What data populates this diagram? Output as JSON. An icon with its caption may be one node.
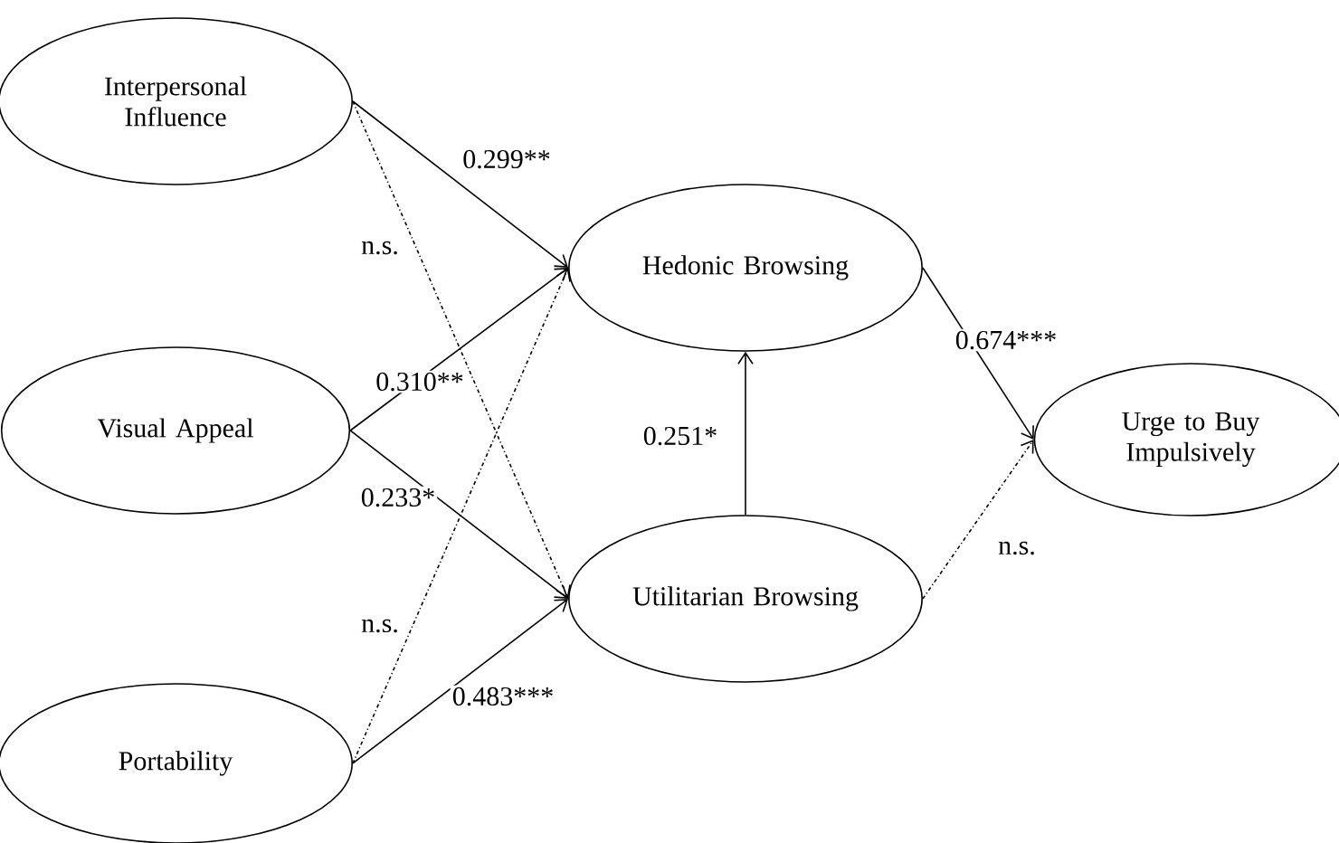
{
  "diagram": {
    "nodes": [
      {
        "text": [
          "Interpersonal Influence"
        ]
      },
      {
        "text": [
          "Visual Appeal"
        ]
      },
      {
        "text": [
          "Portability"
        ]
      },
      {
        "text": [
          "Hedonic Browsing"
        ]
      },
      {
        "text": [
          "Utilitarian Browsing"
        ]
      },
      {
        "text": [
          "Urge to Buy Impulsively"
        ]
      }
    ],
    "edges": [
      {
        "from": 0,
        "to": 3,
        "arrow": "to",
        "label": "0.299**"
      },
      {
        "from": 0,
        "to": 4,
        "arrow": "to",
        "label": "n.s.",
        "style": "dashed"
      },
      {
        "from": 1,
        "to": 3,
        "arrow": "to",
        "label": "0.310**"
      },
      {
        "from": 1,
        "to": 4,
        "arrow": "to",
        "label": "0.233*"
      },
      {
        "from": 2,
        "to": 3,
        "arrow": "to",
        "label": "n.s.",
        "style": "dashed"
      },
      {
        "from": 2,
        "to": 4,
        "arrow": "to",
        "label": "0.483***"
      },
      {
        "from": 4,
        "to": 3,
        "arrow": "to",
        "label": "0.251*"
      },
      {
        "from": 3,
        "to": 5,
        "arrow": "to",
        "label": "0.674***"
      },
      {
        "from": 4,
        "to": 5,
        "arrow": "to",
        "label": "n.s.",
        "style": "dashed"
      }
    ]
  }
}
